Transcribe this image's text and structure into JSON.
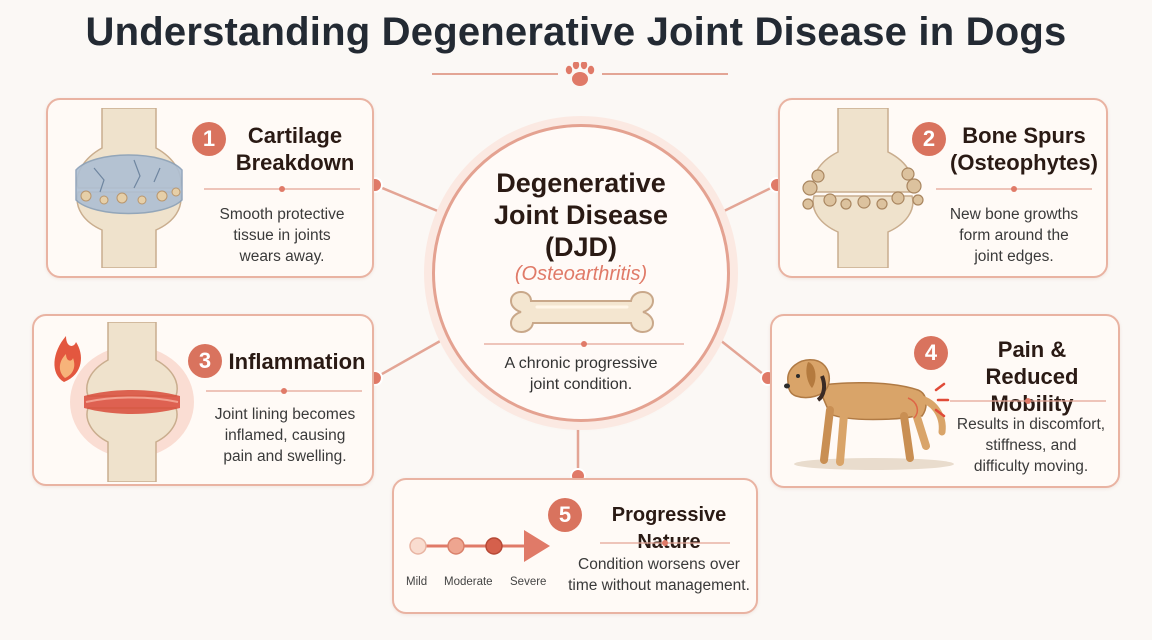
{
  "title": "Understanding Degenerative Joint Disease in Dogs",
  "center": {
    "title_lines": [
      "Degenerative",
      "Joint Disease",
      "(DJD)"
    ],
    "subtitle": "(Osteoarthritis)",
    "desc_lines": [
      "A chronic progressive",
      "joint condition."
    ]
  },
  "cards": [
    {
      "number": "1",
      "title_lines": [
        "Cartilage",
        "Breakdown"
      ],
      "desc_lines": [
        "Smooth protective",
        "tissue in joints",
        "wears away."
      ]
    },
    {
      "number": "2",
      "title_lines": [
        "Bone Spurs",
        "(Osteophytes)"
      ],
      "desc_lines": [
        "New bone growths",
        "form around the",
        "joint edges."
      ]
    },
    {
      "number": "3",
      "title_lines": [
        "Inflammation"
      ],
      "desc_lines": [
        "Joint lining becomes",
        "inflamed, causing",
        "pain and swelling."
      ]
    },
    {
      "number": "4",
      "title_lines": [
        "Pain & Reduced",
        "Mobility"
      ],
      "desc_lines": [
        "Results in discomfort,",
        "stiffness, and",
        "difficulty moving."
      ]
    },
    {
      "number": "5",
      "title_lines": [
        "Progressive Nature"
      ],
      "desc_lines": [
        "Condition worsens over",
        "time without management."
      ]
    }
  ],
  "stages": [
    "Mild",
    "Moderate",
    "Severe"
  ],
  "colors": {
    "accent": "#d9735e",
    "border": "#e9b3a2",
    "background": "#fbf8f5"
  }
}
